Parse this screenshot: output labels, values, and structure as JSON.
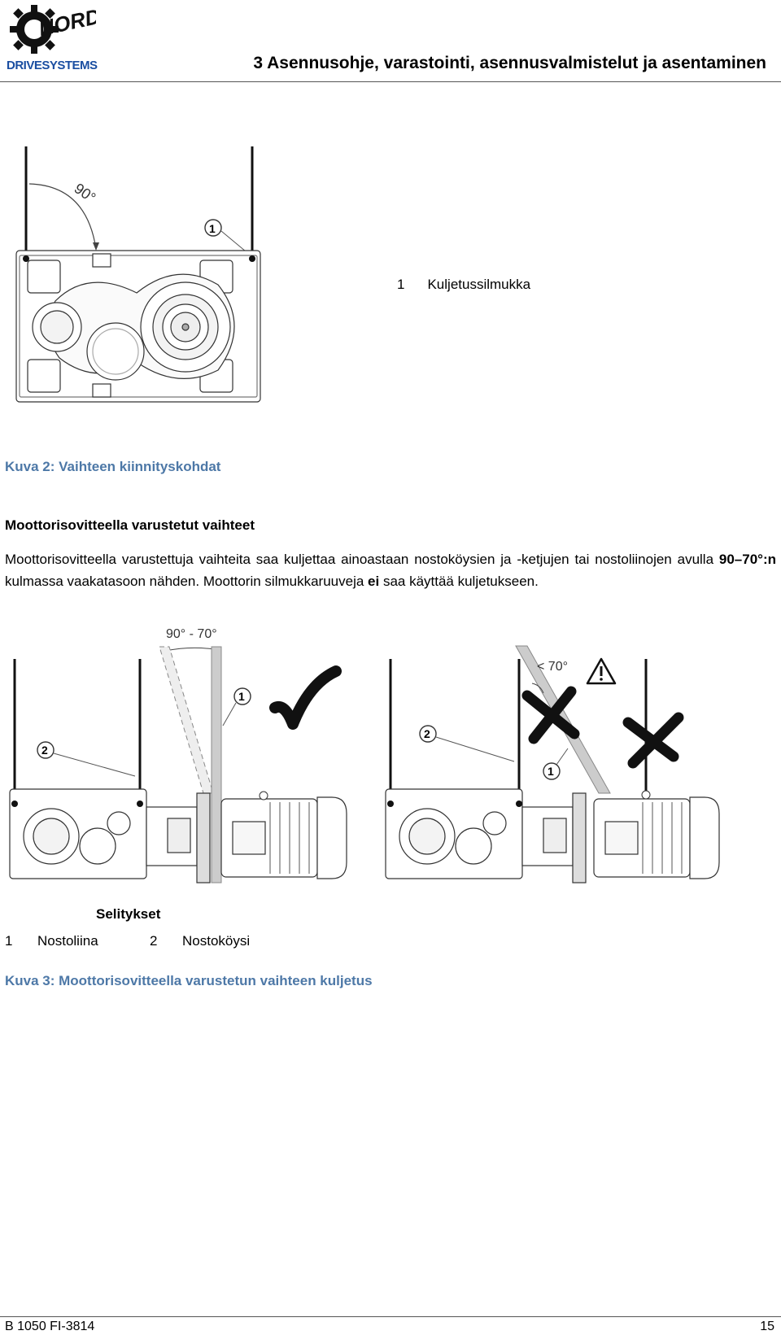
{
  "header": {
    "logo_text": "NORD",
    "logo_subtext": "DRIVESYSTEMS",
    "title": "3 Asennusohje, varastointi, asennusvalmistelut ja asentaminen"
  },
  "figure2": {
    "angle_label": "90°",
    "callout_marker": "1",
    "callout_number": "1",
    "callout_text": "Kuljetussilmukka",
    "caption": "Kuva 2: Vaihteen kiinnityskohdat"
  },
  "section": {
    "heading": "Moottorisovitteella varustetut vaihteet",
    "para_part1": "Moottorisovitteella varustettuja vaihteita saa kuljettaa ainoastaan nostoköysien ja -ketjujen tai nostoliinojen avulla ",
    "para_bold1": "90–70°:n",
    "para_part2": " kulmassa vaakatasoon nähden. Moottorin silmukkaruuveja ",
    "para_bold2": "ei",
    "para_part3": " saa käyttää kuljetukseen."
  },
  "figure3": {
    "left_angle_label": "90° - 70°",
    "right_angle_label": "< 70°",
    "marker_1": "1",
    "marker_2": "2",
    "legend_title": "Selitykset",
    "legend": [
      {
        "num": "1",
        "text": "Nostoliina"
      },
      {
        "num": "2",
        "text": "Nostoköysi"
      }
    ],
    "caption": "Kuva 3: Moottorisovitteella varustetun vaihteen kuljetus"
  },
  "footer": {
    "doc_id": "B 1050 FI-3814",
    "page": "15"
  },
  "colors": {
    "caption": "#4d78a7",
    "logo": "#1a4ea1"
  }
}
